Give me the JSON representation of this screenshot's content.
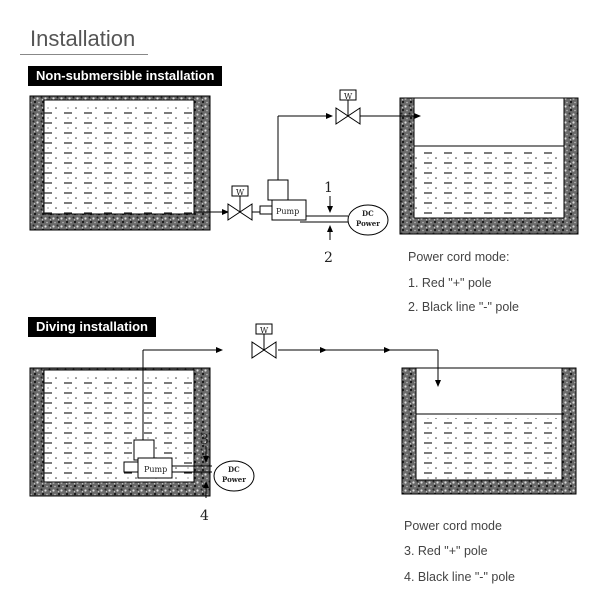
{
  "page_title": "Installation",
  "sections": [
    {
      "label": "Non-submersible installation",
      "labels": {
        "valve_inlet": "W",
        "valve_outlet": "W",
        "pump": "Pump",
        "power_line": "DC",
        "power_line2": "Power",
        "wire_positive": "1",
        "wire_negative": "2"
      },
      "notes": {
        "heading": "Power cord mode:",
        "items": [
          "1. Red \"+\" pole",
          "2. Black line \"-\" pole"
        ]
      }
    },
    {
      "label": "Diving installation",
      "labels": {
        "valve_outlet": "W",
        "pump": "Pump",
        "power_line": "DC",
        "power_line2": "Power",
        "wire_positive": "3",
        "wire_negative": "4"
      },
      "notes": {
        "heading": "Power cord mode",
        "items": [
          "3. Red \"+\" pole",
          "4. Black line \"-\" pole"
        ]
      }
    }
  ]
}
